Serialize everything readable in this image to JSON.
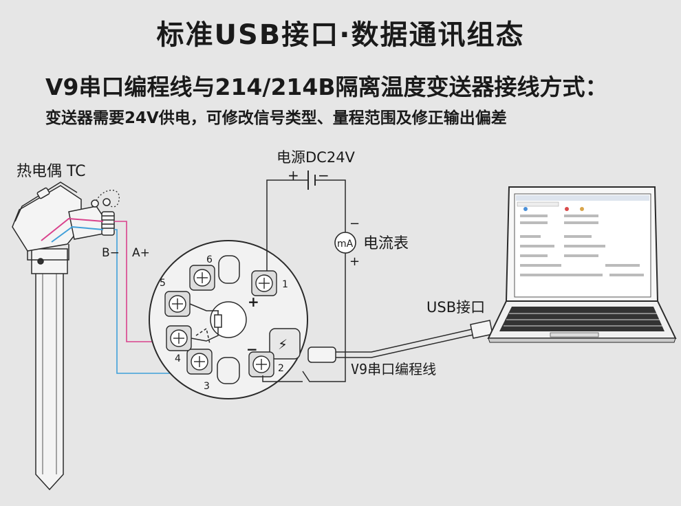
{
  "header": {
    "title": "标准USB接口·数据通讯组态",
    "subtitle": "V9串口编程线与214/214B隔离温度变送器接线方式：",
    "note": "变送器需要24V供电，可修改信号类型、量程范围及修正输出偏差"
  },
  "labels": {
    "thermocouple": "热电偶 TC",
    "b_minus": "B−",
    "a_plus": "A+",
    "power": "电源DC24V",
    "power_plus": "+",
    "power_minus": "−",
    "ammeter": "电流表",
    "ammeter_symbol": "mA",
    "ammeter_minus": "−",
    "ammeter_plus": "+",
    "usb": "USB接口",
    "cable": "V9串口编程线",
    "term_plus": "+",
    "term_minus": "−",
    "terminal_numbers": [
      "1",
      "2",
      "3",
      "4",
      "5",
      "6"
    ]
  },
  "colors": {
    "a_plus_wire": "#d9418c",
    "b_minus_wire": "#3f9fd9",
    "line": "#2a2a2a"
  }
}
